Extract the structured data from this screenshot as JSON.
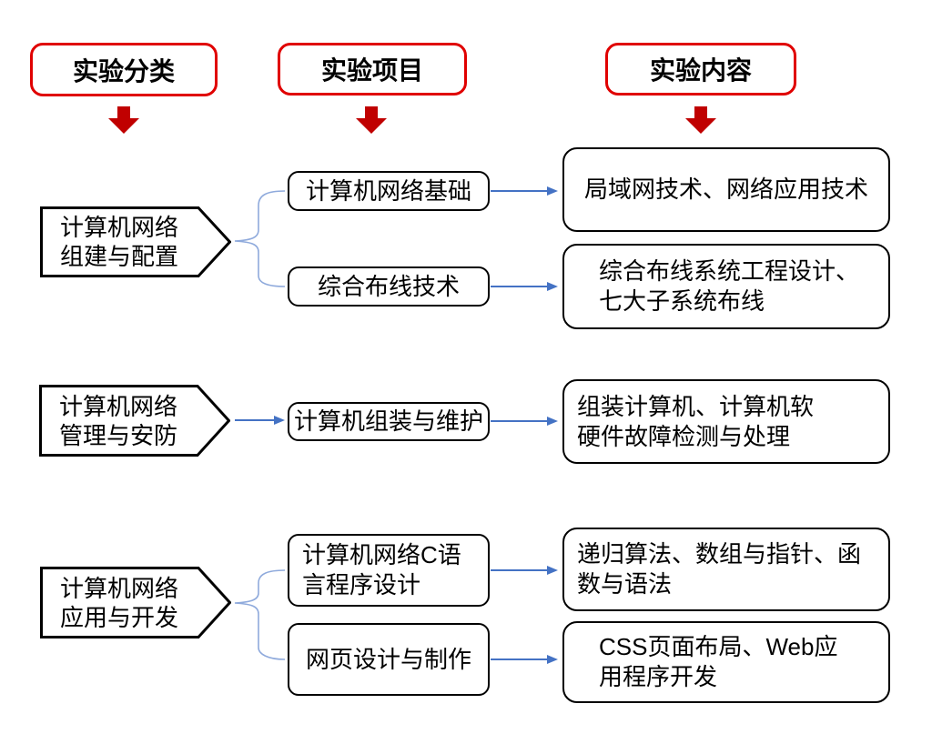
{
  "colors": {
    "header_border": "#E00000",
    "block_arrow": "#C00000",
    "connector": "#4472C4",
    "brace": "#8FAADC",
    "shape_border": "#000000",
    "text": "#000000",
    "background": "#FFFFFF"
  },
  "icons": {
    "down_arrow": "solid red block arrow pointing down",
    "flow_arrow": "blue thin arrow pointing right",
    "brace": "blue curly brace connector"
  },
  "headers": [
    {
      "label": "实验分类"
    },
    {
      "label": "实验项目"
    },
    {
      "label": "实验内容"
    }
  ],
  "rows": [
    {
      "category": "计算机网络\n组建与配置",
      "projects": [
        {
          "name": "计算机网络基础",
          "content": "局域网技术、网络应用技术"
        },
        {
          "name": "综合布线技术",
          "content": "综合布线系统工程设计、\n七大子系统布线"
        }
      ]
    },
    {
      "category": "计算机网络\n管理与安防",
      "projects": [
        {
          "name": "计算机组装与维护",
          "content": "组装计算机、计算机软\n硬件故障检测与处理"
        }
      ]
    },
    {
      "category": "计算机网络\n应用与开发",
      "projects": [
        {
          "name": "计算机网络C语\n言程序设计",
          "content": "递归算法、数组与指针、函\n数与语法"
        },
        {
          "name": "网页设计与制作",
          "content": "CSS页面布局、Web应\n用程序开发"
        }
      ]
    }
  ]
}
